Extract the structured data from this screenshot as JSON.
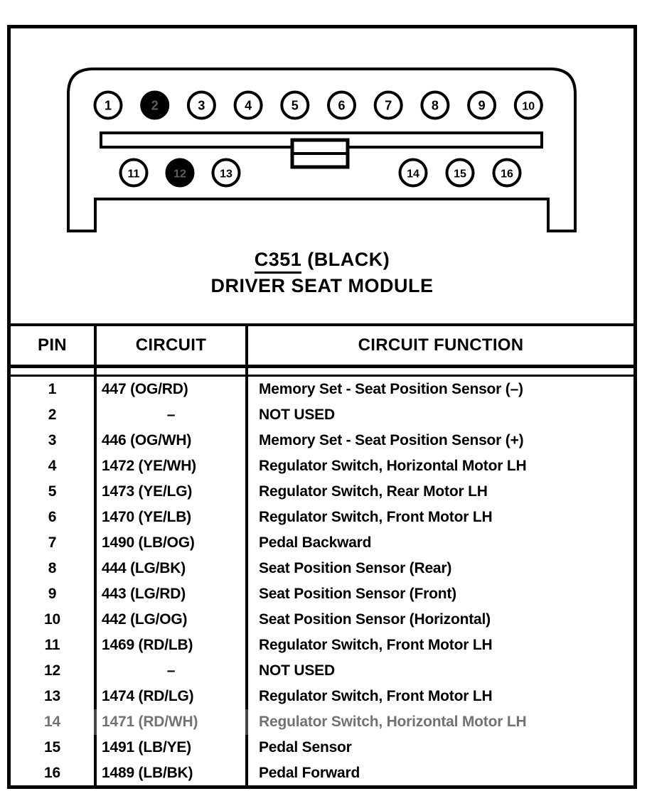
{
  "connector": {
    "code": "C351",
    "color_note": "(BLACK)",
    "name": "DRIVER SEAT MODULE",
    "top_pins": [
      {
        "label": "1",
        "filled": false
      },
      {
        "label": "2",
        "filled": true
      },
      {
        "label": "3",
        "filled": false
      },
      {
        "label": "4",
        "filled": false
      },
      {
        "label": "5",
        "filled": false
      },
      {
        "label": "6",
        "filled": false
      },
      {
        "label": "7",
        "filled": false
      },
      {
        "label": "8",
        "filled": false
      },
      {
        "label": "9",
        "filled": false
      },
      {
        "label": "10",
        "filled": false
      }
    ],
    "bottom_pins": [
      {
        "label": "11",
        "filled": false
      },
      {
        "label": "12",
        "filled": true
      },
      {
        "label": "13",
        "filled": false
      },
      {
        "label": "14",
        "filled": false
      },
      {
        "label": "15",
        "filled": false
      },
      {
        "label": "16",
        "filled": false
      }
    ]
  },
  "table": {
    "headers": [
      "PIN",
      "CIRCUIT",
      "CIRCUIT FUNCTION"
    ],
    "rows": [
      {
        "pin": "1",
        "circuit": "447 (OG/RD)",
        "function": "Memory Set - Seat Position Sensor (–)",
        "faded": false
      },
      {
        "pin": "2",
        "circuit": "–",
        "function": "NOT USED",
        "faded": false
      },
      {
        "pin": "3",
        "circuit": "446 (OG/WH)",
        "function": "Memory Set - Seat Position Sensor (+)",
        "faded": false
      },
      {
        "pin": "4",
        "circuit": "1472 (YE/WH)",
        "function": "Regulator Switch, Horizontal Motor LH",
        "faded": false
      },
      {
        "pin": "5",
        "circuit": "1473 (YE/LG)",
        "function": "Regulator Switch, Rear Motor LH",
        "faded": false
      },
      {
        "pin": "6",
        "circuit": "1470 (YE/LB)",
        "function": "Regulator Switch, Front Motor LH",
        "faded": false
      },
      {
        "pin": "7",
        "circuit": "1490 (LB/OG)",
        "function": "Pedal Backward",
        "faded": false
      },
      {
        "pin": "8",
        "circuit": "444 (LG/BK)",
        "function": "Seat Position Sensor (Rear)",
        "faded": false
      },
      {
        "pin": "9",
        "circuit": "443 (LG/RD)",
        "function": "Seat Position Sensor (Front)",
        "faded": false
      },
      {
        "pin": "10",
        "circuit": "442 (LG/OG)",
        "function": "Seat Position Sensor (Horizontal)",
        "faded": false
      },
      {
        "pin": "11",
        "circuit": "1469 (RD/LB)",
        "function": "Regulator Switch, Front Motor LH",
        "faded": false
      },
      {
        "pin": "12",
        "circuit": "–",
        "function": "NOT USED",
        "faded": false
      },
      {
        "pin": "13",
        "circuit": "1474 (RD/LG)",
        "function": "Regulator Switch, Front Motor LH",
        "faded": false
      },
      {
        "pin": "14",
        "circuit": "1471 (RD/WH)",
        "function": "Regulator Switch, Horizontal Motor LH",
        "faded": true
      },
      {
        "pin": "15",
        "circuit": "1491 (LB/YE)",
        "function": "Pedal Sensor",
        "faded": false
      },
      {
        "pin": "16",
        "circuit": "1489 (LB/BK)",
        "function": "Pedal Forward",
        "faded": false
      }
    ]
  },
  "colors": {
    "ink": "#000000",
    "paper": "#ffffff",
    "faded_ink": "#3c3c3c",
    "filled_pin_label": "#5f5f5f"
  }
}
